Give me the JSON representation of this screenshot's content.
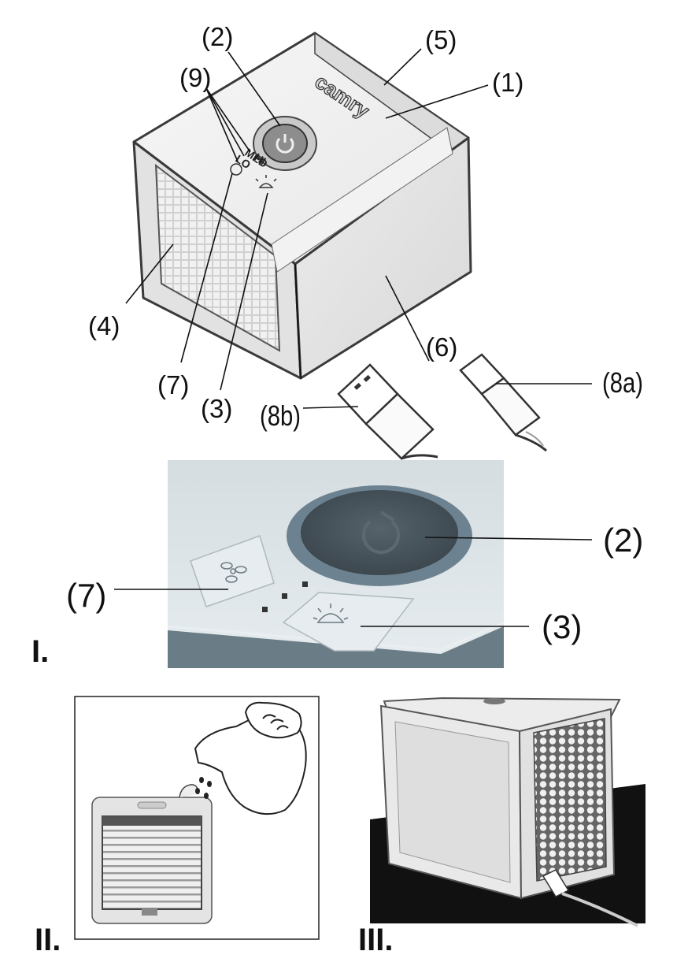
{
  "brand": "camry",
  "speed_labels": [
    "HI",
    "MED",
    "LO"
  ],
  "figure_main": {
    "callouts": {
      "c1": "(1)",
      "c2": "(2)",
      "c3": "(3)",
      "c4": "(4)",
      "c5": "(5)",
      "c6": "(6)",
      "c7": "(7)",
      "c9": "(9)",
      "c8a": "(8a)",
      "c8b": "(8b)"
    }
  },
  "figure_I": {
    "label": "I.",
    "callouts": {
      "c2": "(2)",
      "c7": "(7)",
      "c3": "(3)"
    }
  },
  "figure_II": {
    "label": "II."
  },
  "figure_III": {
    "label": "III."
  },
  "icons": [
    "power-icon",
    "fan-icon",
    "light-icon",
    "usb-icon"
  ]
}
